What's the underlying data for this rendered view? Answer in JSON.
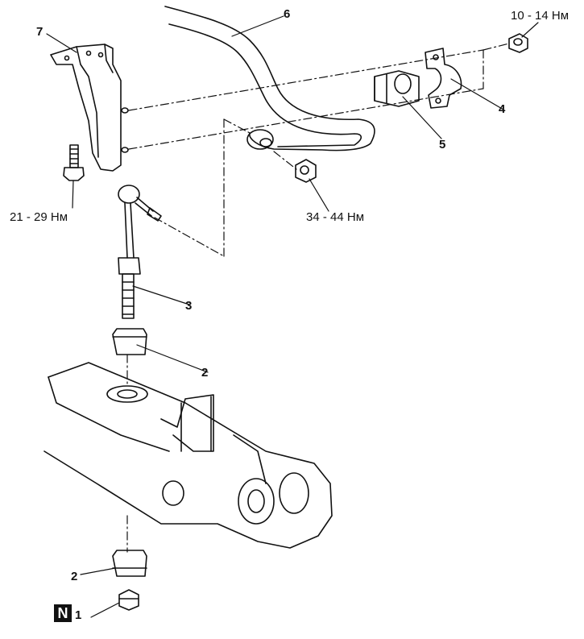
{
  "callouts": {
    "n1": "1",
    "n2a": "2",
    "n2b": "2",
    "n3": "3",
    "n4": "4",
    "n5": "5",
    "n6": "6",
    "n7": "7"
  },
  "torques": {
    "t_nut_top": "10 - 14 Нм",
    "t_bolt_left": "21 - 29 Нм",
    "t_nut_mid": "34 - 44 Нм"
  },
  "badge": {
    "letter": "N"
  },
  "colors": {
    "ink": "#111111",
    "paper": "#ffffff"
  }
}
